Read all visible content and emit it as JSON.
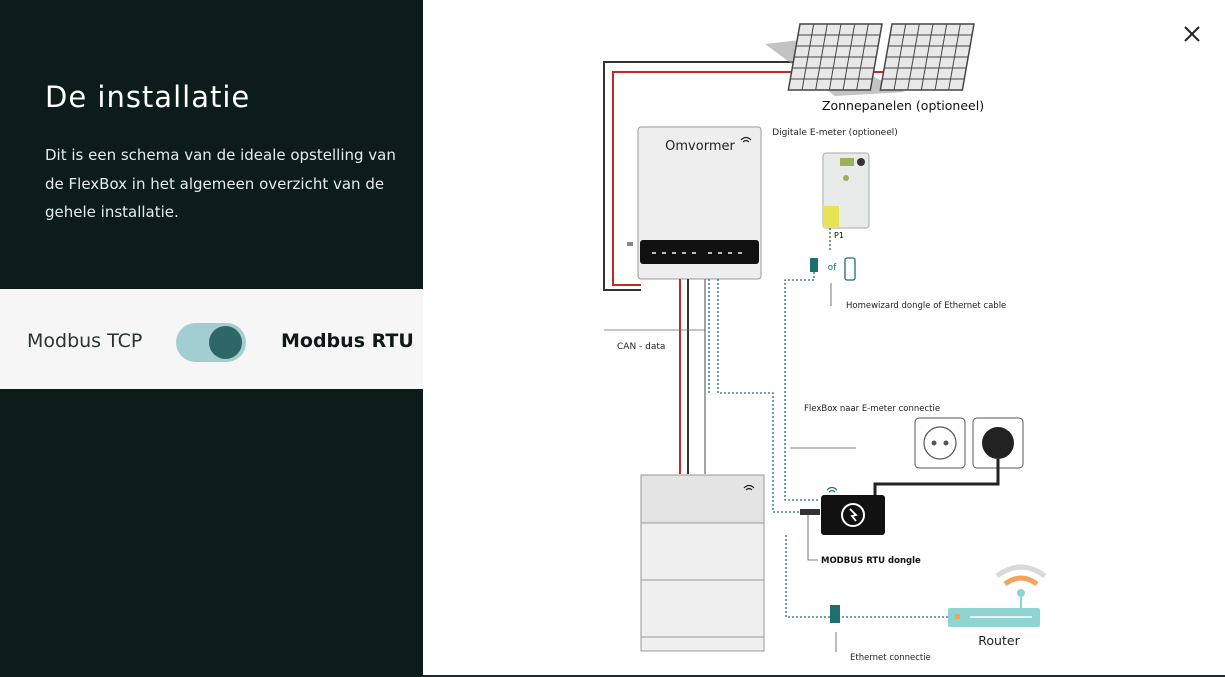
{
  "sidebar": {
    "title": "De installatie",
    "description": "Dit is een schema van de ideale opstelling van de FlexBox in het algemeen overzicht van de gehele installatie."
  },
  "toggle": {
    "left_label": "Modbus TCP",
    "right_label": "Modbus RTU",
    "selected": "Modbus RTU"
  },
  "close": {
    "icon": "close-icon"
  },
  "diagram": {
    "solar_panels": "Zonnepanelen (optioneel)",
    "inverter": "Omvormer",
    "digital_meter": "Digitale E-meter (optioneel)",
    "p1_port": "P1",
    "or_text": "of",
    "dongle_caption": "Homewizard dongle of Ethernet cable",
    "can_data": "CAN - data",
    "flexbox_meter": "FlexBox naar E-meter connectie",
    "modbus_dongle": "MODBUS RTU dongle",
    "router": "Router",
    "ethernet_partial": "Ethernet connectie"
  },
  "colors": {
    "sidebar_bg": "#0b1c1b",
    "toggle_track": "#a2cdd1",
    "toggle_knob": "#2d6767",
    "router": "#8fd3d3",
    "wifi_orange": "#f5a35c",
    "power_red": "#c62828",
    "data_teal": "#1f6f6f"
  }
}
